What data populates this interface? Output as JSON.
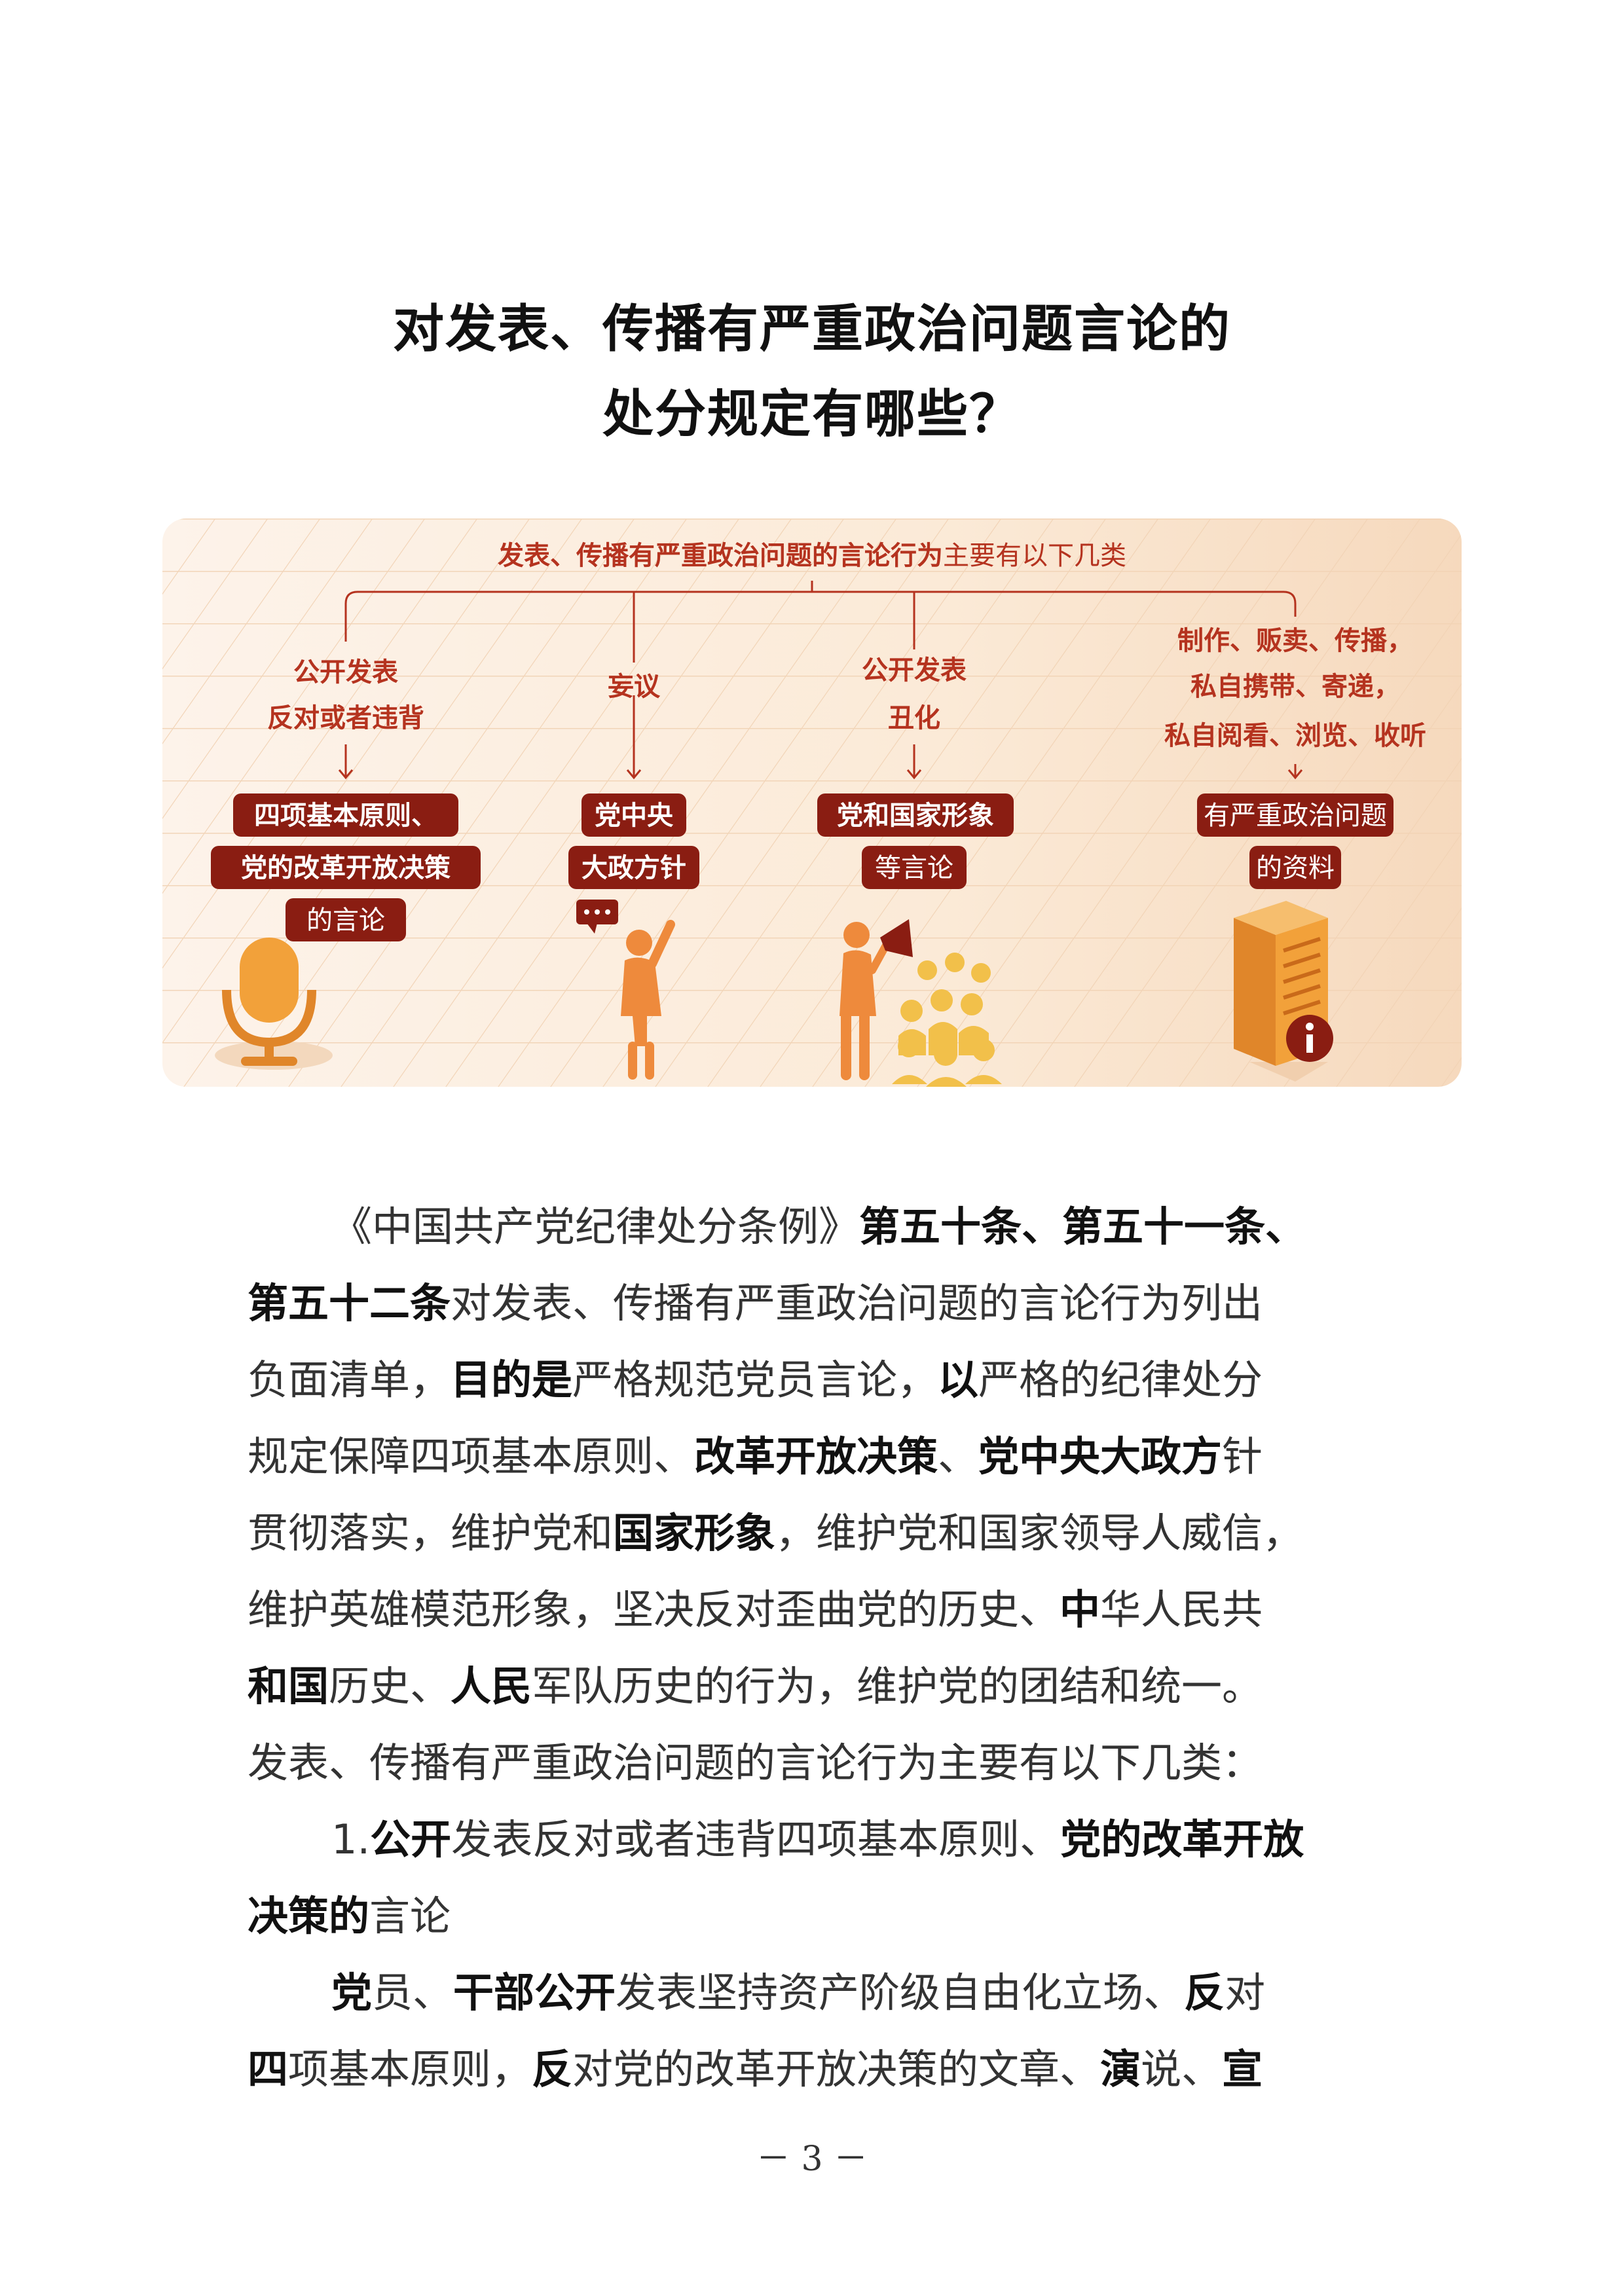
{
  "title": {
    "line1": "对发表、传播有严重政治问题言论的",
    "line2": "处分规定有哪些？"
  },
  "figure": {
    "header": {
      "emph": "发表、传播有严重政治问题的言论行为",
      "rest": "主要有以下几类"
    },
    "branches": [
      {
        "actions": [
          "公开发表",
          "反对或者违背"
        ],
        "targets": [
          "四项基本原则、",
          "党的改革开放决策",
          "的言论"
        ],
        "icon": "microphone-icon"
      },
      {
        "actions": [
          "妄议"
        ],
        "targets": [
          "党中央",
          "大政方针"
        ],
        "icon": "speaking-person-icon"
      },
      {
        "actions": [
          "公开发表",
          "丑化"
        ],
        "targets": [
          "党和国家形象",
          "等言论"
        ],
        "icon": "megaphone-crowd-icon"
      },
      {
        "actions": [
          "制作、贩卖、传播，",
          "私自携带、寄递，",
          "私自阅看、浏览、收听"
        ],
        "targets": [
          "有严重政治问题",
          "的资料"
        ],
        "icon": "document-info-icon"
      }
    ],
    "colors": {
      "accent": "#b5331f",
      "label_bg": "#8a1d12",
      "figure": "#ee8a3c",
      "bg": "#fbeee0"
    }
  },
  "body": {
    "lines": [
      [
        {
          "t": "《中国共产党纪律处分条例》"
        },
        {
          "t": "第五十条、第五十一条、",
          "b": true
        }
      ],
      [
        {
          "t": "第五十二条",
          "b": true
        },
        {
          "t": "对发表、传播有严重政治问题的言论行为列出"
        }
      ],
      [
        {
          "t": "负面清单，"
        },
        {
          "t": "目的是",
          "b": true
        },
        {
          "t": "严格规范党员言论，"
        },
        {
          "t": "以",
          "b": true
        },
        {
          "t": "严格的纪律处分"
        }
      ],
      [
        {
          "t": "规定保障四项基本原则、"
        },
        {
          "t": "改革开放决策",
          "b": true
        },
        {
          "t": "、"
        },
        {
          "t": "党中央大政方",
          "b": true
        },
        {
          "t": "针"
        }
      ],
      [
        {
          "t": "贯彻落实，维护党和"
        },
        {
          "t": "国家形象",
          "b": true
        },
        {
          "t": "，维护党和国家领导人威信，"
        }
      ],
      [
        {
          "t": "维护英雄模范形象，坚决反对歪曲党的历史、"
        },
        {
          "t": "中",
          "b": true
        },
        {
          "t": "华人民共"
        }
      ],
      [
        {
          "t": "和国",
          "b": true
        },
        {
          "t": "历史、"
        },
        {
          "t": "人民",
          "b": true
        },
        {
          "t": "军队历史的行为，维护党的团结和统一。"
        }
      ],
      [
        {
          "t": "发表、传播有严重政治问题的言论行为主要有以下几类："
        }
      ],
      [
        {
          "t": "1."
        },
        {
          "t": "公开",
          "b": true
        },
        {
          "t": "发表反对或者违背四项基本原则、"
        },
        {
          "t": "党的改革开放",
          "b": true
        }
      ],
      [
        {
          "t": "决策的",
          "b": true
        },
        {
          "t": "言论"
        }
      ],
      [
        {
          "t": "党",
          "b": true
        },
        {
          "t": "员、"
        },
        {
          "t": "干部公开",
          "b": true
        },
        {
          "t": "发表坚持资产阶级自由化立场、"
        },
        {
          "t": "反",
          "b": true
        },
        {
          "t": "对"
        }
      ],
      [
        {
          "t": "四",
          "b": true
        },
        {
          "t": "项基本原则，"
        },
        {
          "t": "反",
          "b": true
        },
        {
          "t": "对党的改革开放决策的文章、"
        },
        {
          "t": "演",
          "b": true
        },
        {
          "t": "说、"
        },
        {
          "t": "宣",
          "b": true
        }
      ]
    ],
    "indented": [
      0,
      8,
      10
    ]
  },
  "page_number": "－ 3 －"
}
